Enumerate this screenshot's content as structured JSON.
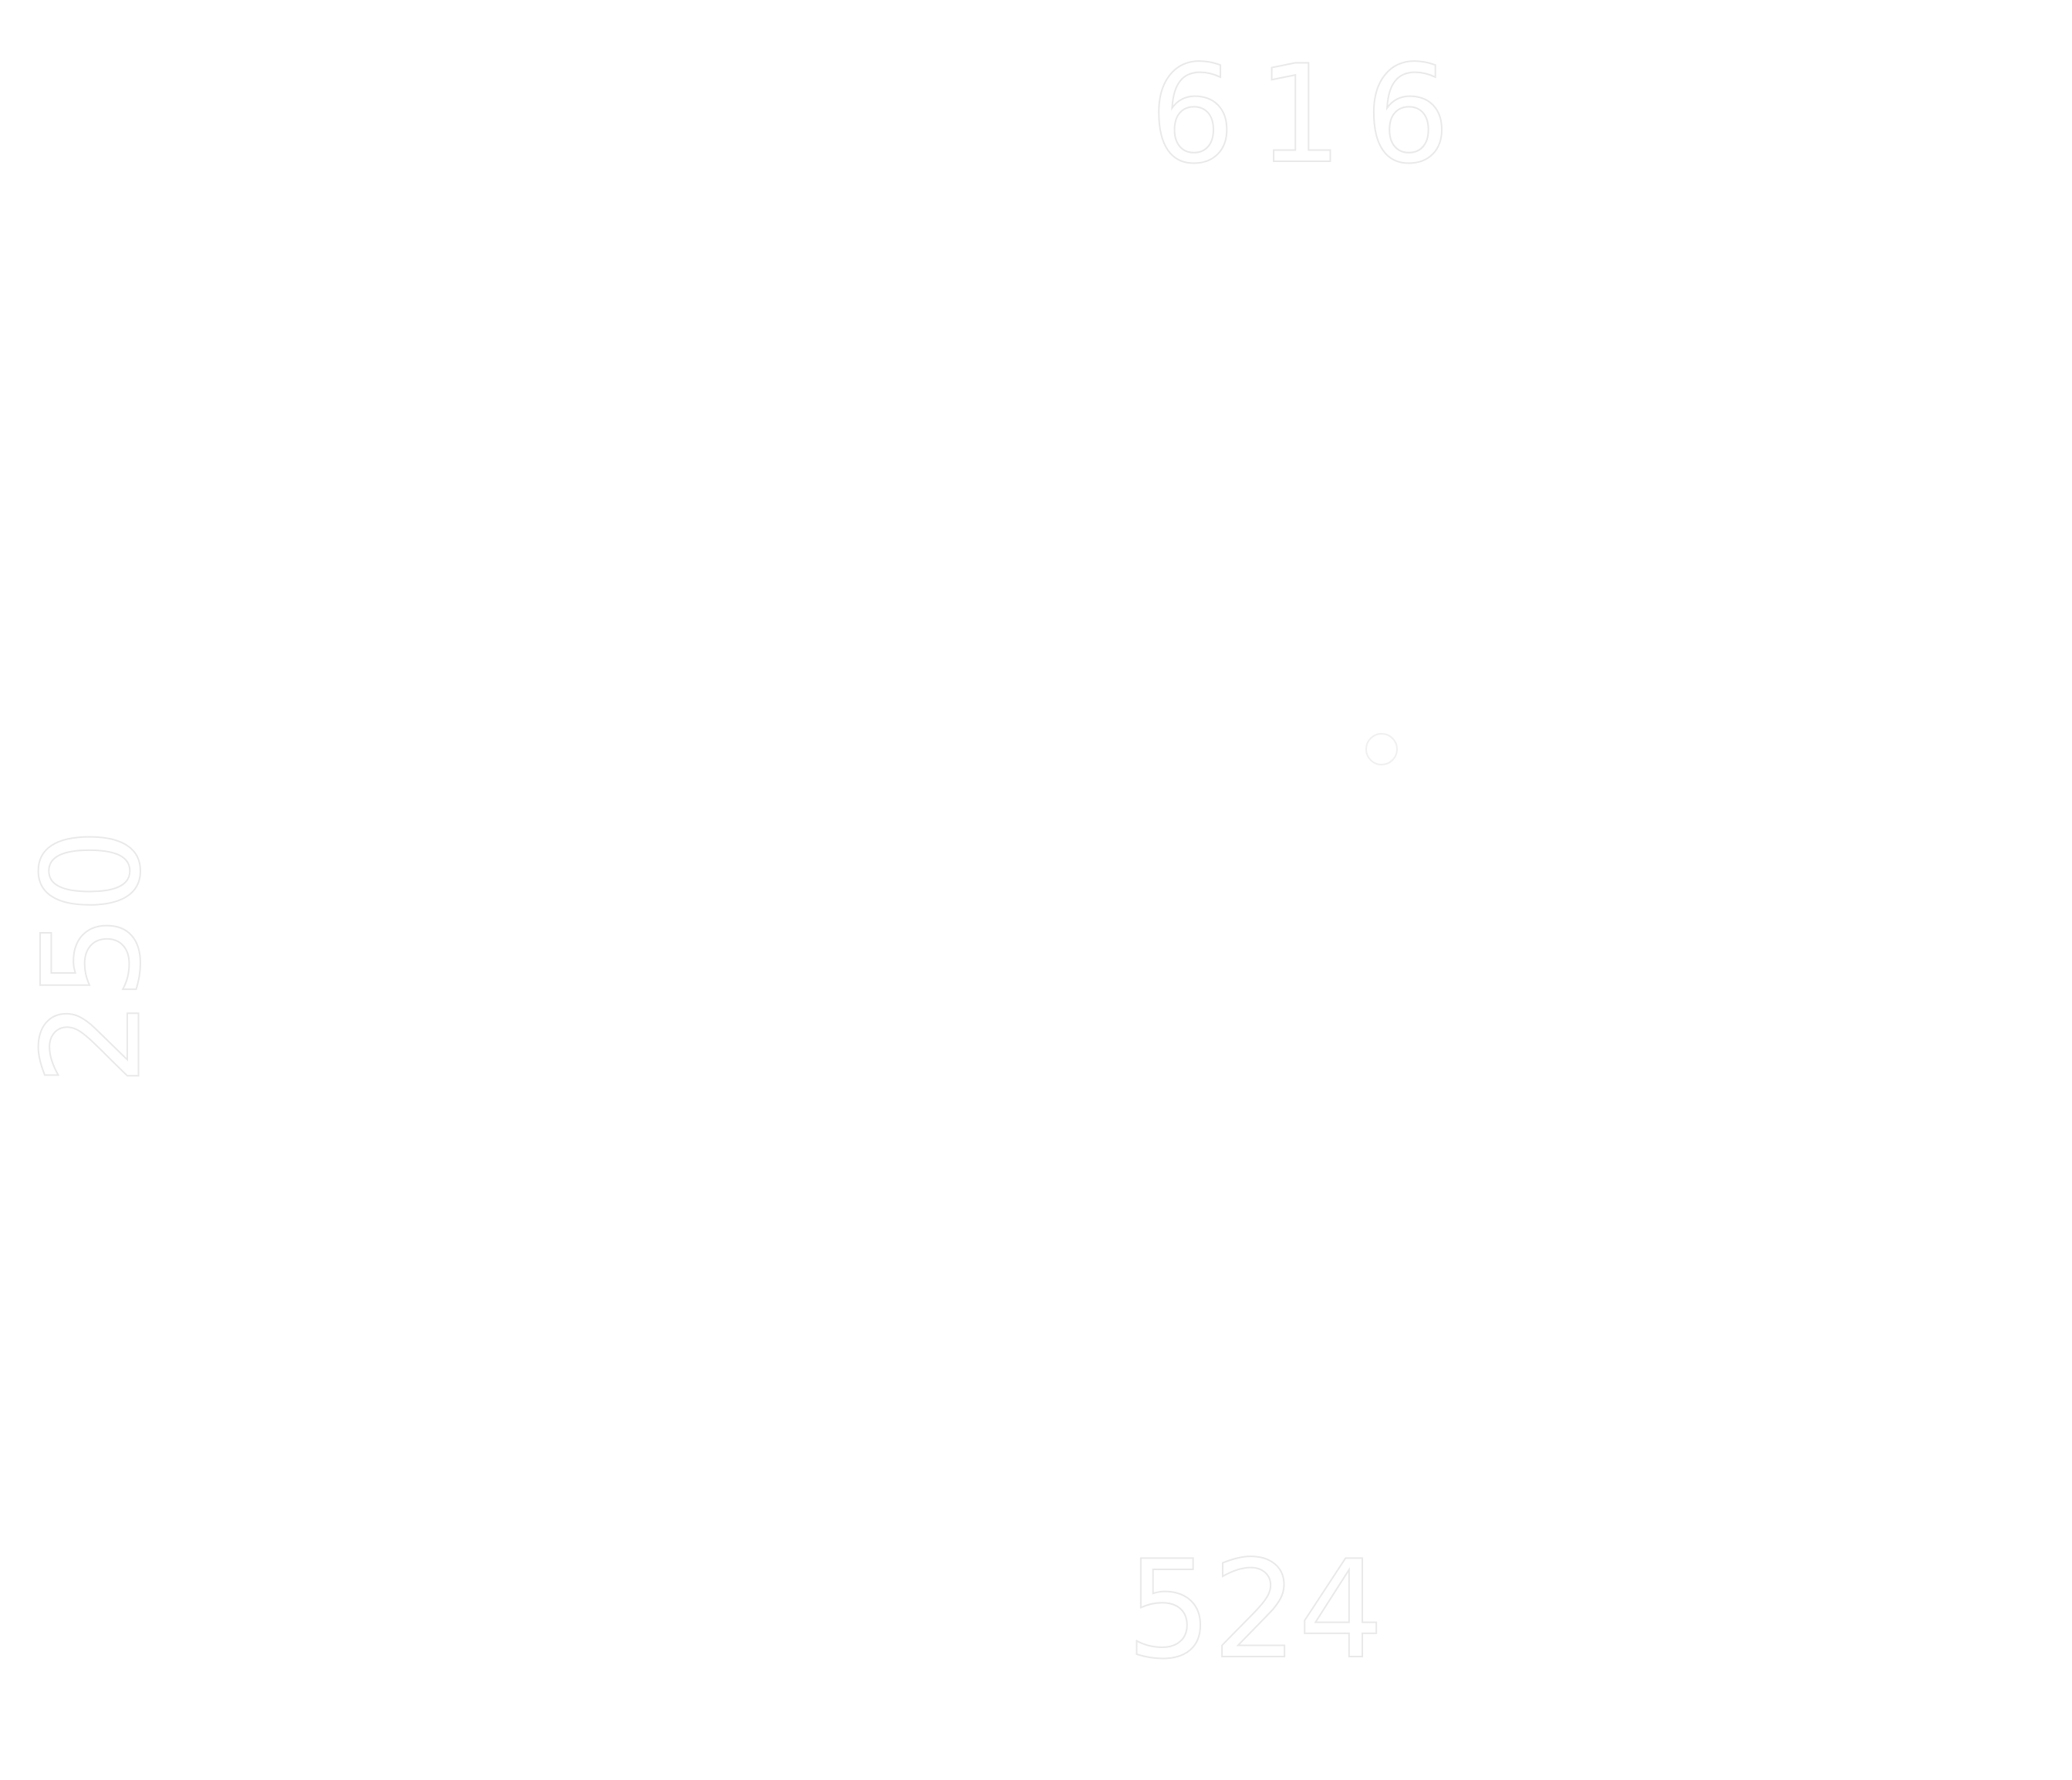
{
  "dimensions": {
    "top": "616",
    "left": "250",
    "bottom": "524"
  },
  "colors": {
    "background": "#ffffff",
    "label_outline": "#e9e9e9"
  }
}
